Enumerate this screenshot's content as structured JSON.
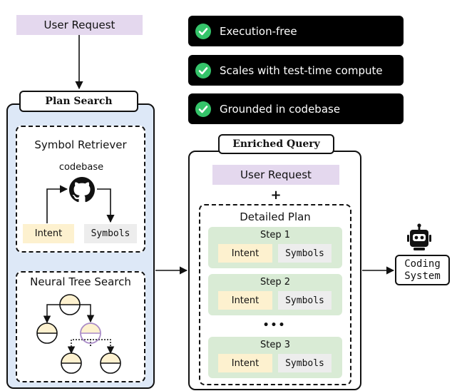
{
  "top_user_request": "User Request",
  "badges": [
    {
      "text": "Execution-free",
      "icon": "check-circle-icon"
    },
    {
      "text": "Scales with test-time compute",
      "icon": "check-circle-icon"
    },
    {
      "text": "Grounded in codebase",
      "icon": "check-circle-icon"
    }
  ],
  "plan_search": {
    "title": "Plan Search",
    "symbol_retriever": {
      "title": "Symbol Retriever",
      "codebase": "codebase",
      "intent": "Intent",
      "symbols": "Symbols"
    },
    "neural_tree_search": {
      "title": "Neural Tree Search"
    }
  },
  "enriched_query": {
    "title": "Enriched Query",
    "user_request": "User Request",
    "plus": "+",
    "detailed_plan": {
      "title": "Detailed Plan",
      "steps": [
        {
          "label": "Step 1",
          "intent": "Intent",
          "symbols": "Symbols"
        },
        {
          "label": "Step 2",
          "intent": "Intent",
          "symbols": "Symbols"
        },
        {
          "label": "Step 3",
          "intent": "Intent",
          "symbols": "Symbols"
        }
      ],
      "ellipsis": "•••"
    }
  },
  "coding_system": {
    "line1": "Coding",
    "line2": "System",
    "icon": "robot-icon"
  },
  "colors": {
    "plan_search_bg": "#dde8f7",
    "request_bg": "#e4d8ee",
    "intent_bg": "#fdf1cf",
    "symbols_bg": "#ededed",
    "step_bg": "#d9ebd5",
    "check": "#35c46a",
    "highlight_node": "#a98bc7"
  }
}
